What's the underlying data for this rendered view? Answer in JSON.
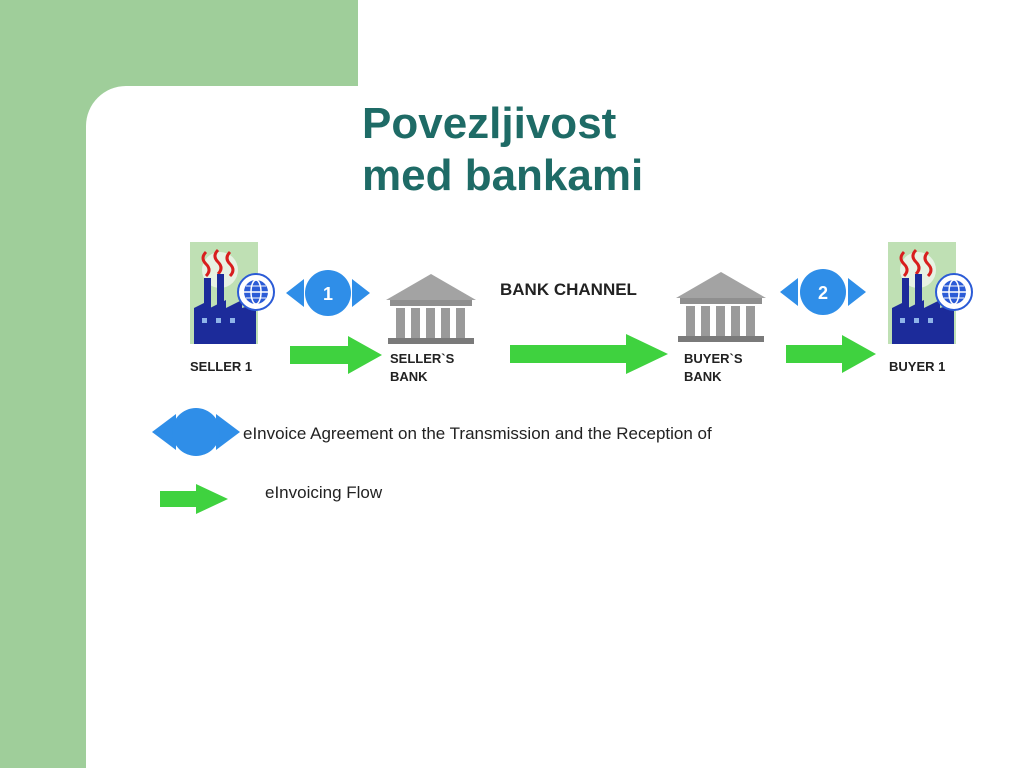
{
  "slide": {
    "title_line1": "Povezljivost",
    "title_line2": "med bankami"
  },
  "diagram": {
    "channel_label": "BANK CHANNEL",
    "nodes": {
      "seller": "SELLER 1",
      "seller_bank_line1": "SELLER`S",
      "seller_bank_line2": "BANK",
      "buyer_bank_line1": "BUYER`S",
      "buyer_bank_line2": "BANK",
      "buyer": "BUYER 1"
    },
    "agreements": {
      "first": "1",
      "second": "2"
    }
  },
  "legend": {
    "agreement": "eInvoice Agreement on the Transmission and the Reception of",
    "flow": "eInvoicing Flow"
  },
  "colors": {
    "band": "#9fce9a",
    "title": "#1e6b66",
    "agreement_blue": "#2f8ee8",
    "flow_green": "#3fd23f",
    "factory_blue": "#1c2b9a",
    "smoke_red": "#d81e1e",
    "bank_grey": "#8f8f8f"
  }
}
